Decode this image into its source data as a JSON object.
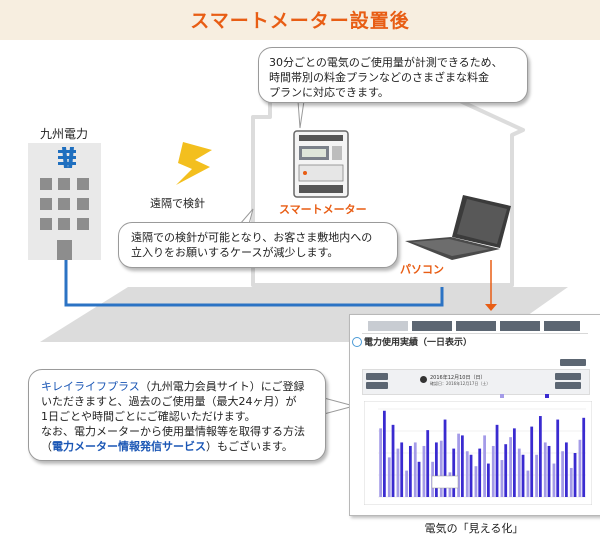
{
  "header": {
    "title": "スマートメーター設置後",
    "bg_color": "#f7eee0",
    "title_color": "#e85d14"
  },
  "company": {
    "label": "九州電力",
    "icon": "kyuden-logo-icon"
  },
  "labels": {
    "remote": "遠隔で検針",
    "smart_meter": "スマートメーター",
    "pc": "パソコン",
    "caption": "電気の「見える化」"
  },
  "bubbles": {
    "top": [
      "30分ごとの電気のご使用量が計測できるため、",
      "時間帯別の料金プランなどのさまざまな料金",
      "プランに対応できます。"
    ],
    "middle": [
      "遠隔での検針が可能となり、お客さま敷地内への",
      "立入りをお願いするケースが減少します。"
    ],
    "left": {
      "line1_link": "キレイライフプラス",
      "line1_rest": "（九州電力会員サイト）にご登録",
      "line2": "いただきますと、過去のご使用量（最大24ヶ月）が",
      "line3": "1日ごとや時間ごとにご確認いただけます。",
      "line4": "なお、電力メーターから使用量情報等を取得する方法",
      "line5_open": "（",
      "line5_link": "電力メーター情報発信サービス",
      "line5_close": "）もございます。"
    }
  },
  "screen": {
    "title": "電力使用実績（一日表示）",
    "date": "2016年12月10日（日）",
    "sub": "確認日：2016年12月17日（土）"
  },
  "colors": {
    "accent": "#e85d14",
    "line_blue": "#2b73c4",
    "bar_dark": "#3a2bd0",
    "bar_light": "#a49be8",
    "link": "#1a56b5"
  },
  "chart_data": {
    "type": "bar",
    "series": [
      {
        "values": [
          0.78,
          0.45,
          0.55,
          0.3,
          0.62,
          0.58,
          0.4,
          0.64,
          0.28,
          0.72,
          0.52,
          0.35,
          0.7,
          0.58,
          0.42,
          0.68,
          0.55,
          0.3,
          0.48,
          0.62,
          0.38,
          0.52,
          0.33,
          0.65
        ]
      },
      {
        "values": [
          0.98,
          0.82,
          0.62,
          0.58,
          0.4,
          0.76,
          0.62,
          0.88,
          0.55,
          0.7,
          0.48,
          0.55,
          0.38,
          0.82,
          0.6,
          0.78,
          0.48,
          0.8,
          0.92,
          0.58,
          0.88,
          0.62,
          0.5,
          0.9
        ]
      }
    ]
  }
}
